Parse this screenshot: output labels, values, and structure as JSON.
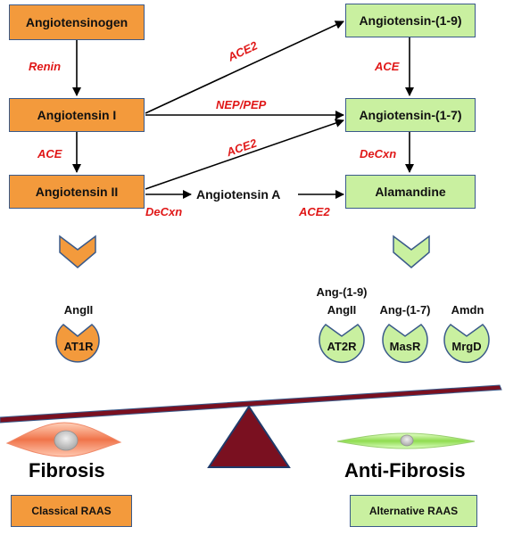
{
  "left_column": {
    "angiotensinogen": "Angiotensinogen",
    "angiotensin_1": "Angiotensin I",
    "angiotensin_2": "Angiotensin II",
    "color": "#f39a3c"
  },
  "right_column": {
    "ang_1_9": "Angiotensin-(1-9)",
    "ang_1_7": "Angiotensin-(1-7)",
    "alamandine": "Alamandine",
    "color": "#c9f0a0"
  },
  "middle": {
    "angiotensin_a": "Angiotensin A"
  },
  "enzymes": {
    "renin": "Renin",
    "ace_left": "ACE",
    "ace2_top": "ACE2",
    "nep_pep": "NEP/PEP",
    "ace2_mid": "ACE2",
    "decxn_left": "DeCxn",
    "ace2_bottom": "ACE2",
    "ace_right": "ACE",
    "decxn_right": "DeCxn",
    "color": "#e01818"
  },
  "receptors": {
    "at1r": {
      "ligand": "AngII",
      "label": "AT1R"
    },
    "at2r": {
      "ligand_top": "Ang-(1-9)",
      "ligand": "AngII",
      "label": "AT2R"
    },
    "masr": {
      "ligand": "Ang-(1-7)",
      "label": "MasR"
    },
    "mrgd": {
      "ligand": "Amdn",
      "label": "MrgD"
    }
  },
  "bottom": {
    "fibrosis": "Fibrosis",
    "anti_fibrosis": "Anti-Fibrosis",
    "classical_raas": "Classical RAAS",
    "alternative_raas": "Alternative RAAS",
    "beam_color": "#7a1020"
  }
}
